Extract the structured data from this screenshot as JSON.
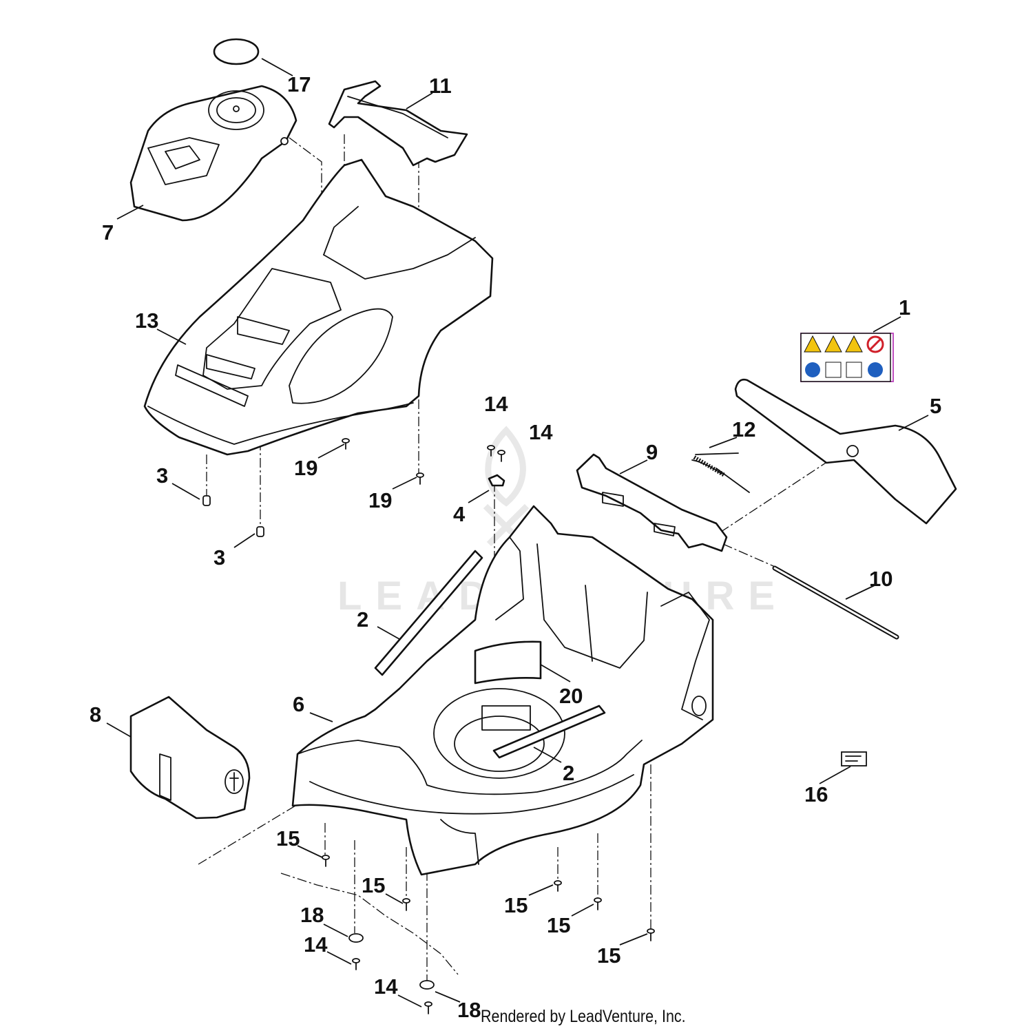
{
  "callouts": {
    "c1": "1",
    "c2a": "2",
    "c2b": "2",
    "c3a": "3",
    "c3b": "3",
    "c4": "4",
    "c5": "5",
    "c6": "6",
    "c7": "7",
    "c8": "8",
    "c9": "9",
    "c10": "10",
    "c11": "11",
    "c12": "12",
    "c13": "13",
    "c14a": "14",
    "c14b": "14",
    "c14c": "14",
    "c14d": "14",
    "c15a": "15",
    "c15b": "15",
    "c15c": "15",
    "c15d": "15",
    "c15e": "15",
    "c16": "16",
    "c17": "17",
    "c18a": "18",
    "c18b": "18",
    "c19a": "19",
    "c19b": "19",
    "c20": "20"
  },
  "watermark": "LEADVENTURE",
  "credit": "Rendered by LeadVenture, Inc.",
  "colors": {
    "line": "#111111",
    "warning_yellow": "#f2c40f",
    "info_blue": "#1f5fbf",
    "prohibit_red": "#d0202a",
    "label_border": "#c050c0"
  },
  "label_icons": [
    "warning-icon",
    "thrown-object-icon",
    "blade-hazard-icon",
    "no-hands-icon",
    "read-manual-icon",
    "keep-distance-icon",
    "remove-key-icon",
    "wear-eye-protection-icon"
  ]
}
